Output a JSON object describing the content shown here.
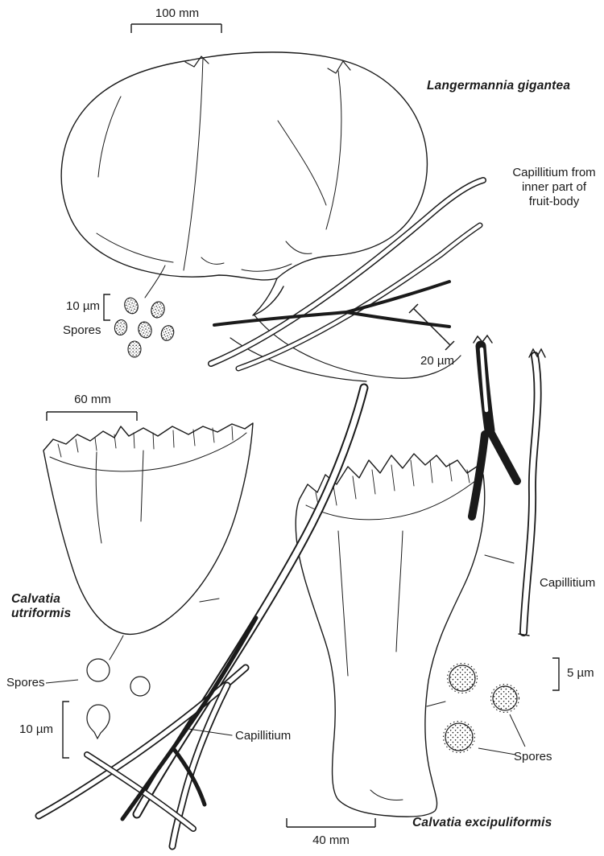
{
  "figure": {
    "background_color": "#ffffff",
    "ink_color": "#1a1a1a",
    "species": {
      "langermannia": "Langermannia gigantea",
      "calvatia_utriformis": [
        "Calvatia",
        "utriformis"
      ],
      "calvatia_excipuliformis": "Calvatia excipuliformis"
    },
    "annotations": {
      "capillitium_note": [
        "Capillitium from",
        "inner part of",
        "fruit-body"
      ],
      "spores_top": "Spores",
      "spores_left": "Spores",
      "spores_right": "Spores",
      "capillitium_left": "Capillitium",
      "capillitium_right": "Capillitium"
    },
    "scale_bars": {
      "top_mm": "100 mm",
      "left_mm": "60 mm",
      "bottom_mm": "40 mm",
      "spores_top_um": "10 µm",
      "capillitium_top_um": "20 µm",
      "spores_left_um": "10 µm",
      "spores_right_um": "5 µm"
    }
  }
}
